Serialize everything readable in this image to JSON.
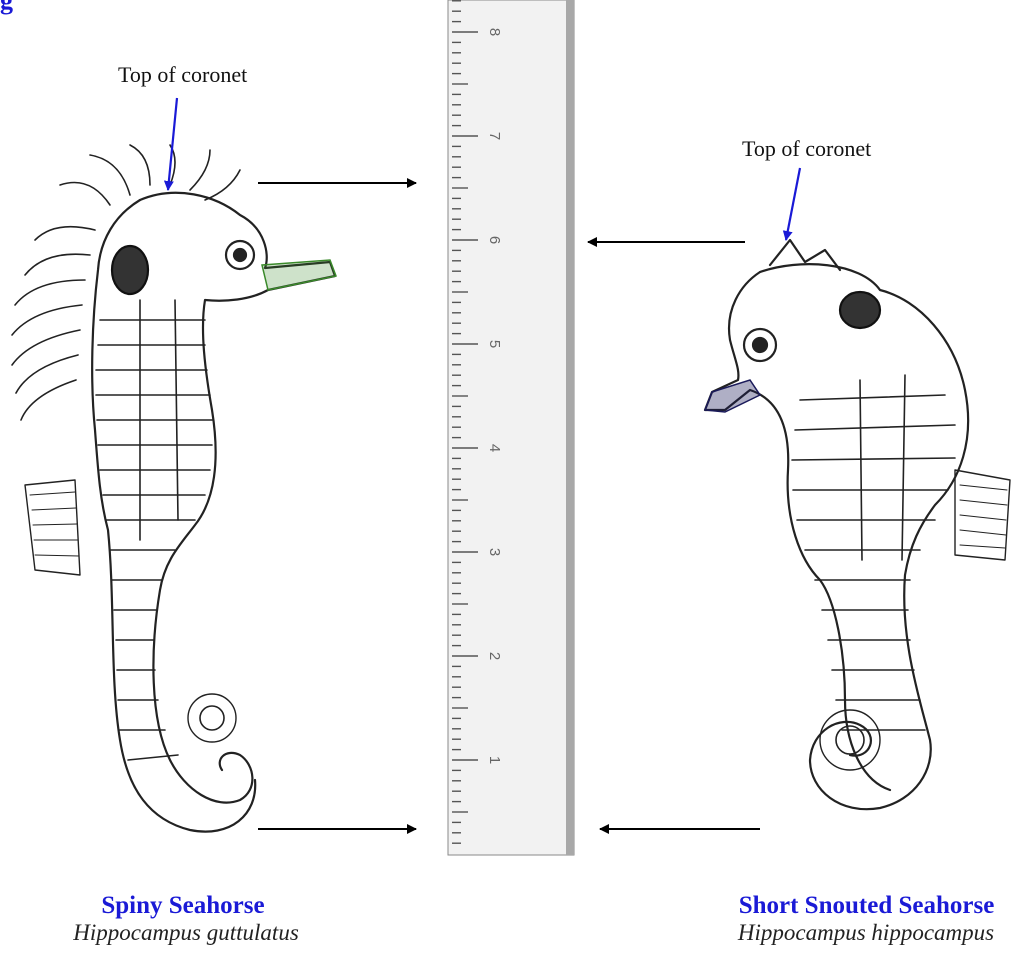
{
  "figure": {
    "title_fragment": "g"
  },
  "left_specimen": {
    "coronet_label": "Top of coronet",
    "common_name": "Spiny Seahorse",
    "scientific_name": "Hippocampus guttulatus"
  },
  "right_specimen": {
    "coronet_label": "Top of coronet",
    "common_name": "Short Snouted Seahorse",
    "scientific_name": "Hippocampus hippocampus"
  },
  "ruler": {
    "tick_labels": [
      "1",
      "2",
      "3",
      "4",
      "5",
      "6",
      "7",
      "8"
    ]
  },
  "colors": {
    "label_blue": "#1a1ad6",
    "arrow_blue": "#1a1ad6",
    "arrow_black": "#000000",
    "left_snout_tint": "#3a8a2a",
    "right_snout_tint": "#1a1a5a",
    "ink": "#222222"
  }
}
